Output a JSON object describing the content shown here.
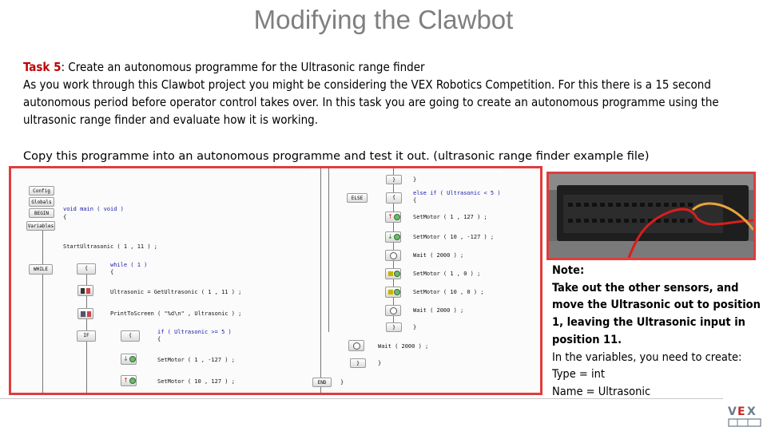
{
  "slide": {
    "title": "Modifying the Clawbot",
    "task_label": "Task 5",
    "task_text": ": Create an autonomous programme for the Ultrasonic range finder",
    "paragraph_1": "As you work through this Clawbot project you might be considering the VEX Robotics Competition. For this there is a 15 second autonomous period before operator control takes over. In this task you are going to create an autonomous programme using the ultrasonic range finder and evaluate how it is working.",
    "paragraph_2": "Copy this programme into an autonomous programme and test it out. (ultrasonic range finder example file)"
  },
  "flowchart": {
    "side_buttons": [
      "Config",
      "Globals",
      "BEGIN",
      "Variables"
    ],
    "blocks": {
      "while": "WHILE",
      "if": "IF",
      "else": "ELSE",
      "end": "END",
      "open_brace": "{",
      "close_brace": "}"
    },
    "code": {
      "main": "void main ( void )",
      "main_open": "{",
      "start": "StartUltrasonic ( 1 , 11 ) ;",
      "while_line": "while ( 1 )",
      "while_open": "{",
      "get": "Ultrasonic = GetUltrasonic ( 1 , 11 ) ;",
      "print": "PrintToScreen ( \"%d\\n\" , Ultrasonic ) ;",
      "if_line": "if ( Ultrasonic >= 5 )",
      "if_open": "{",
      "set1": "SetMotor ( 1 , -127 ) ;",
      "set10": "SetMotor ( 10 , 127 ) ;",
      "r_close1": "}",
      "else_line": "else if ( Ultrasonic < 5 )",
      "else_open": "{",
      "r_set1a": "SetMotor ( 1 , 127 ) ;",
      "r_set10a": "SetMotor ( 10 , -127 ) ;",
      "r_wait1": "Wait ( 2000 ) ;",
      "r_set1b": "SetMotor ( 1 , 0 ) ;",
      "r_set10b": "SetMotor ( 10 , 0 ) ;",
      "r_wait2": "Wait ( 2000 ) ;",
      "r_close2": "}",
      "wait3": "Wait ( 2000 ) ;",
      "close3": "}",
      "close4": "}"
    }
  },
  "note": {
    "heading": "Note:",
    "bold_text": "Take out the other sensors, and move the Ultrasonic out to position 1, leaving the Ultrasonic input in position 11.",
    "line_1": "In the variables, you need to create:",
    "line_2": "Type = int",
    "line_3": "Name = Ultrasonic"
  },
  "colors": {
    "title": "#7f7f7f",
    "task_label": "#c00000",
    "frame_border": "#e03c3c",
    "ultrasonic_wire_orange": "#e8a43a",
    "ultrasonic_wire_red": "#d81e1e"
  }
}
